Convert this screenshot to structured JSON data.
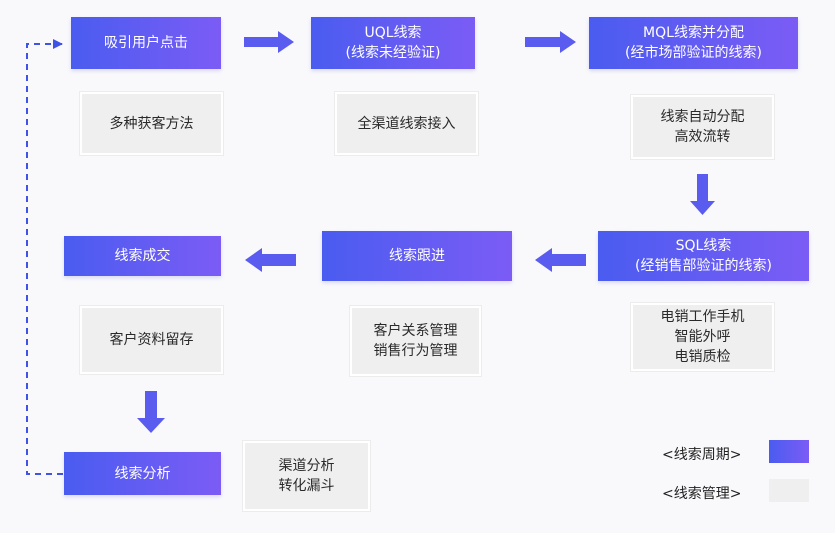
{
  "stages": {
    "attract": {
      "lines": [
        "吸引用户点击"
      ]
    },
    "uql": {
      "lines": [
        "UQL线索",
        "(线索未经验证)"
      ]
    },
    "mql": {
      "lines": [
        "MQL线索并分配",
        "(经市场部验证的线索)"
      ]
    },
    "sql": {
      "lines": [
        "SQL线索",
        "(经销售部验证的线索)"
      ]
    },
    "follow": {
      "lines": [
        "线索跟进"
      ]
    },
    "deal": {
      "lines": [
        "线索成交"
      ]
    },
    "analysis": {
      "lines": [
        "线索分析"
      ]
    }
  },
  "management": {
    "acquire": {
      "lines": [
        "多种获客方法"
      ]
    },
    "channels": {
      "lines": [
        "全渠道线索接入"
      ]
    },
    "assign": {
      "lines": [
        "线索自动分配",
        "高效流转"
      ]
    },
    "tools": {
      "lines": [
        "电销工作手机",
        "智能外呼",
        "电销质检"
      ]
    },
    "crm": {
      "lines": [
        "客户关系管理",
        "销售行为管理"
      ]
    },
    "archive": {
      "lines": [
        "客户资料留存"
      ]
    },
    "funnel": {
      "lines": [
        "渠道分析",
        "转化漏斗"
      ]
    }
  },
  "legend": {
    "cycle_label": "<线索周期>",
    "mgmt_label": "<线索管理>"
  },
  "colors": {
    "gradient_start": "#4a5cf0",
    "gradient_end": "#7b5cf5",
    "arrow": "#5a5cf0",
    "mgmt_bg": "#efefef",
    "dashed_line": "#3f54e6"
  }
}
